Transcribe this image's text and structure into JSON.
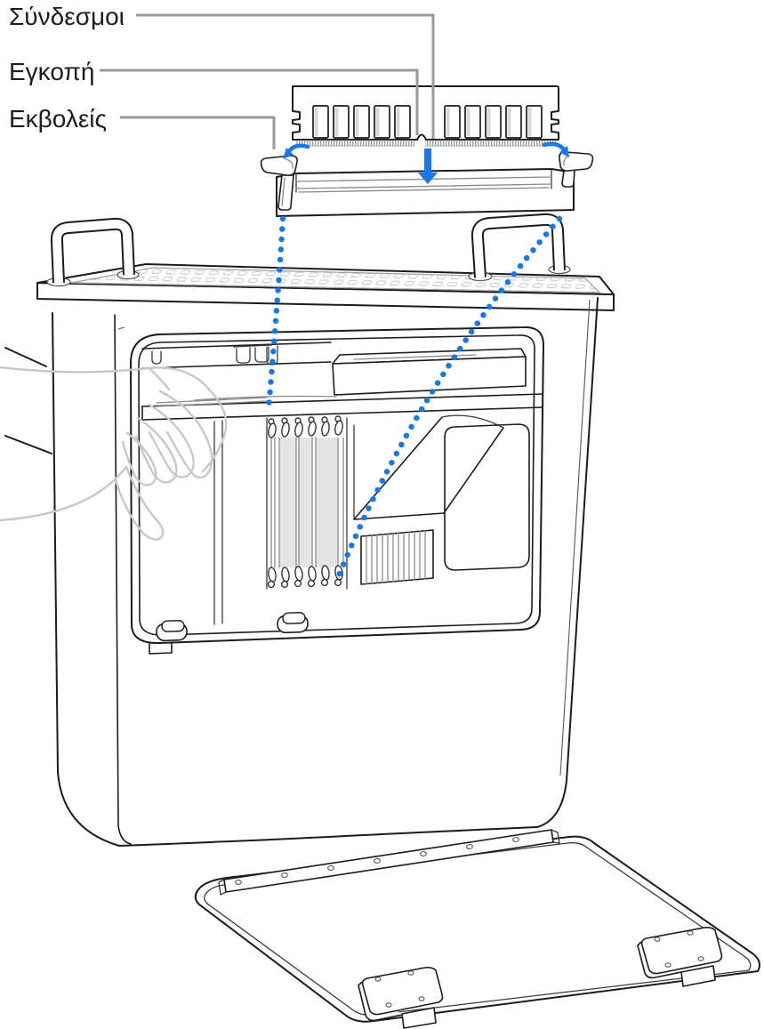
{
  "callouts": {
    "connectors": {
      "label": "Σύνδεσμοι"
    },
    "notch": {
      "label": "Εγκοπή"
    },
    "ejectors": {
      "label": "Εκβολείς"
    }
  },
  "icons": {
    "insert_direction_arrow": "↓",
    "ejector_rotate_left_arrow": "↶",
    "ejector_rotate_right_arrow": "↷"
  },
  "colors": {
    "outline": "#1c1c1c",
    "detail_gray": "#8a8a8a",
    "callout_line": "#9a9a9a",
    "accent_blue": "#1478f0",
    "ghost_hand": "#c8c8c8",
    "lattice_gray": "#c5c9cc",
    "dimm_fill": "#e4e4e4",
    "label_color": "#1d1d1f"
  }
}
